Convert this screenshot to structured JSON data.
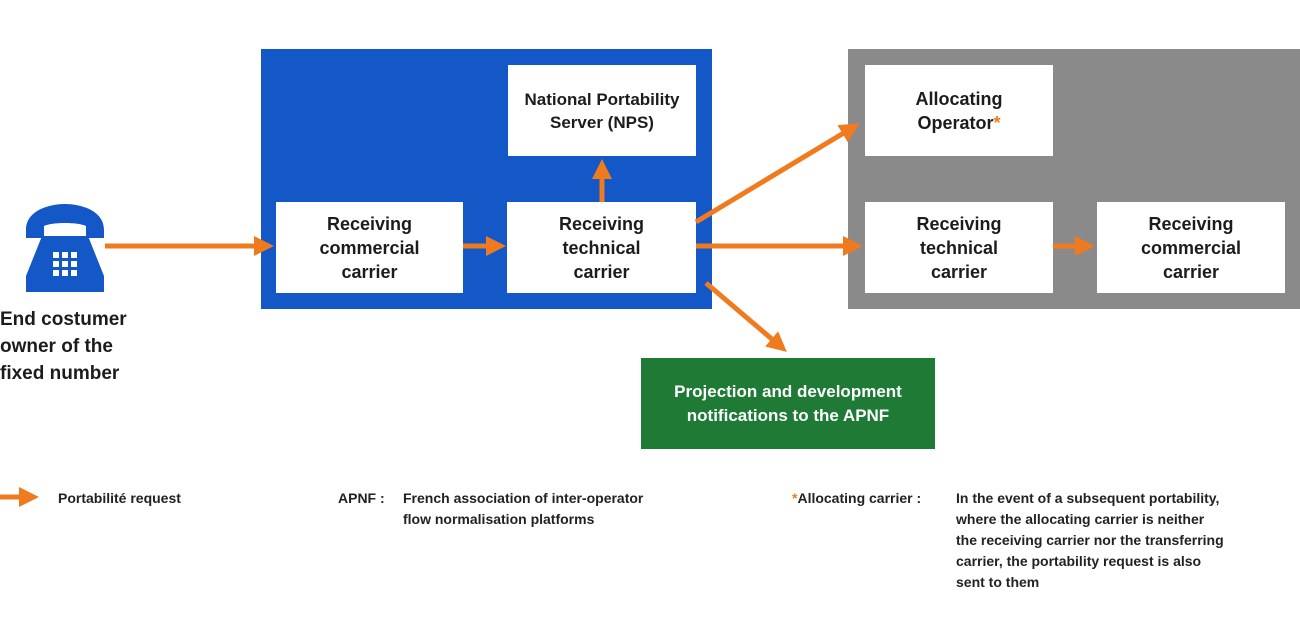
{
  "end_customer": {
    "lines": [
      "End costumer",
      "owner of the",
      "fixed number"
    ]
  },
  "boxes": {
    "nps": [
      "National Portability",
      "Server (NPS)"
    ],
    "receiving_commercial_left": [
      "Receiving",
      "commercial",
      "carrier"
    ],
    "receiving_technical_left": [
      "Receiving",
      "technical",
      "carrier"
    ],
    "allocating_operator": [
      "Allocating",
      "Operator"
    ],
    "allocating_operator_mark": "*",
    "receiving_technical_right": [
      "Receiving",
      "technical",
      "carrier"
    ],
    "receiving_commercial_right": [
      "Receiving",
      "commercial",
      "carrier"
    ],
    "apnf_notifications": [
      "Projection and development",
      "notifications to the APNF"
    ]
  },
  "legend": {
    "arrow_label": "Portabilité request",
    "apnf_key": "APNF :",
    "apnf_definition": [
      "French association of inter-operator",
      "flow normalisation platforms"
    ],
    "alloc_mark": "*",
    "alloc_key": "Allocating carrier :",
    "alloc_definition": [
      "In the event of a subsequent portability,",
      "where the allocating carrier is neither",
      "the receiving carrier nor the transferring",
      "carrier, the portability request is also",
      "sent to them"
    ]
  },
  "colors": {
    "arrow": "#f07a1e",
    "initiating_operator_region": "#1457c7",
    "transferring_operator_region": "#8a8a8a",
    "apnf_box": "#1e7a35",
    "phone_icon": "#1457c7"
  },
  "icons": {
    "phone": "telephone-icon",
    "arrow": "arrow-right-icon"
  }
}
